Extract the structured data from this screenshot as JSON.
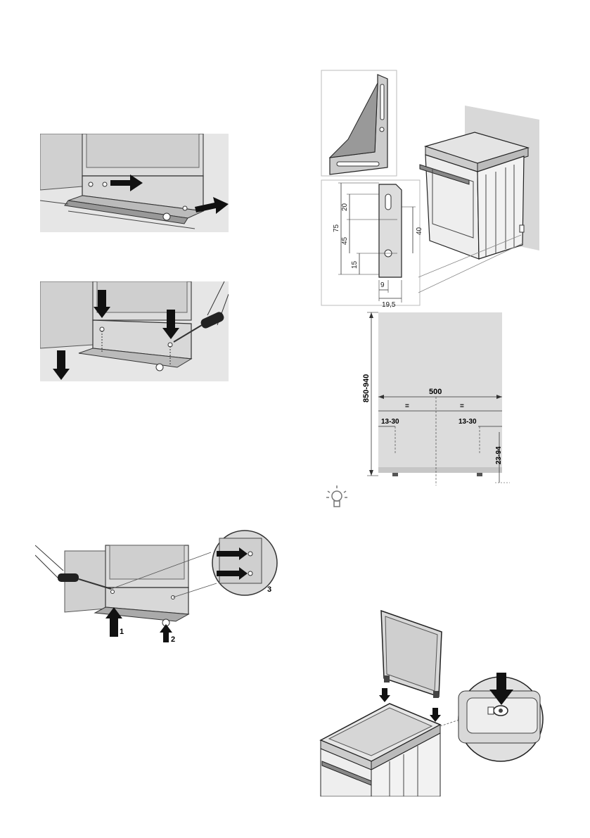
{
  "bracket_diagram": {
    "dims": {
      "d75": "75",
      "d20": "20",
      "d45": "45",
      "d15": "15",
      "d40": "40",
      "d9": "9",
      "d19_5": "19,5"
    }
  },
  "levelling_diagram": {
    "height_range": "850-940",
    "width": "500",
    "equal_left": "=",
    "equal_right": "=",
    "foot_left": "13-30",
    "foot_right": "13-30",
    "foot_height": "23-94"
  },
  "base_removal_fig": {
    "arrow_1": "1",
    "arrow_2": "2",
    "inset_number": "3"
  },
  "icons": {
    "tip": "lightbulb-icon"
  }
}
